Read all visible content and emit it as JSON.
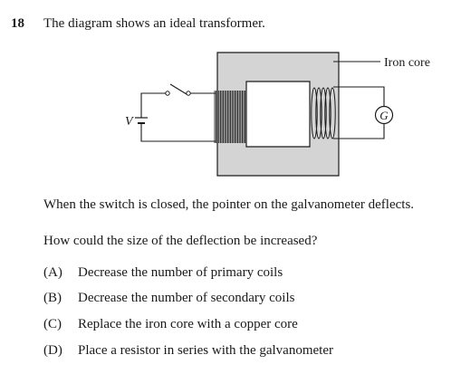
{
  "question": {
    "number": "18",
    "stem": "The diagram shows an ideal transformer."
  },
  "diagram": {
    "core_label": "Iron core",
    "battery_label": "V",
    "meter_label": "G"
  },
  "body_text": {
    "observation": "When the switch is closed, the pointer on the galvanometer deflects.",
    "prompt": "How could the size of the deflection be increased?"
  },
  "options": [
    {
      "letter": "(A)",
      "text": "Decrease the number of primary coils"
    },
    {
      "letter": "(B)",
      "text": "Decrease the number of secondary coils"
    },
    {
      "letter": "(C)",
      "text": "Replace the iron core with a copper core"
    },
    {
      "letter": "(D)",
      "text": "Place a resistor in series with the galvanometer"
    }
  ]
}
